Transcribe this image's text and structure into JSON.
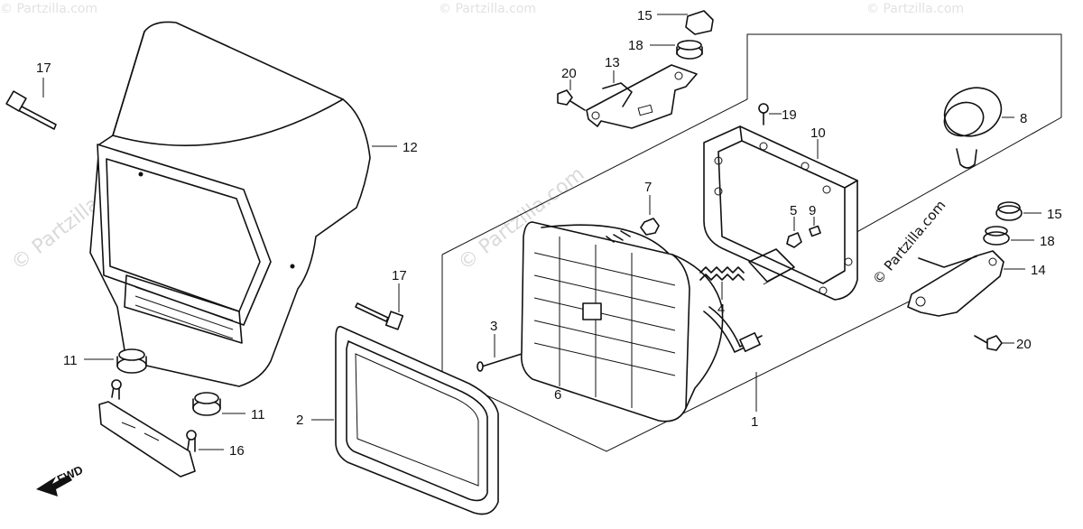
{
  "diagram": {
    "watermark_side": "© Partzilla.com",
    "watermarks": [
      "© Partzilla.com",
      "© Partzilla.com",
      "© Partzilla.com",
      "© Partzilla.com",
      "© Partzilla.com"
    ],
    "fwd_label": "FWD",
    "callouts": [
      {
        "id": "1",
        "label": "1"
      },
      {
        "id": "2",
        "label": "2"
      },
      {
        "id": "3",
        "label": "3"
      },
      {
        "id": "4",
        "label": "4"
      },
      {
        "id": "5",
        "label": "5"
      },
      {
        "id": "6",
        "label": "6"
      },
      {
        "id": "7",
        "label": "7"
      },
      {
        "id": "8",
        "label": "8"
      },
      {
        "id": "9",
        "label": "9"
      },
      {
        "id": "10",
        "label": "10"
      },
      {
        "id": "11a",
        "label": "11"
      },
      {
        "id": "11b",
        "label": "11"
      },
      {
        "id": "12",
        "label": "12"
      },
      {
        "id": "13",
        "label": "13"
      },
      {
        "id": "14",
        "label": "14"
      },
      {
        "id": "15a",
        "label": "15"
      },
      {
        "id": "15b",
        "label": "15"
      },
      {
        "id": "16",
        "label": "16"
      },
      {
        "id": "17a",
        "label": "17"
      },
      {
        "id": "17b",
        "label": "17"
      },
      {
        "id": "18a",
        "label": "18"
      },
      {
        "id": "18b",
        "label": "18"
      },
      {
        "id": "19",
        "label": "19"
      },
      {
        "id": "20a",
        "label": "20"
      },
      {
        "id": "20b",
        "label": "20"
      }
    ]
  }
}
